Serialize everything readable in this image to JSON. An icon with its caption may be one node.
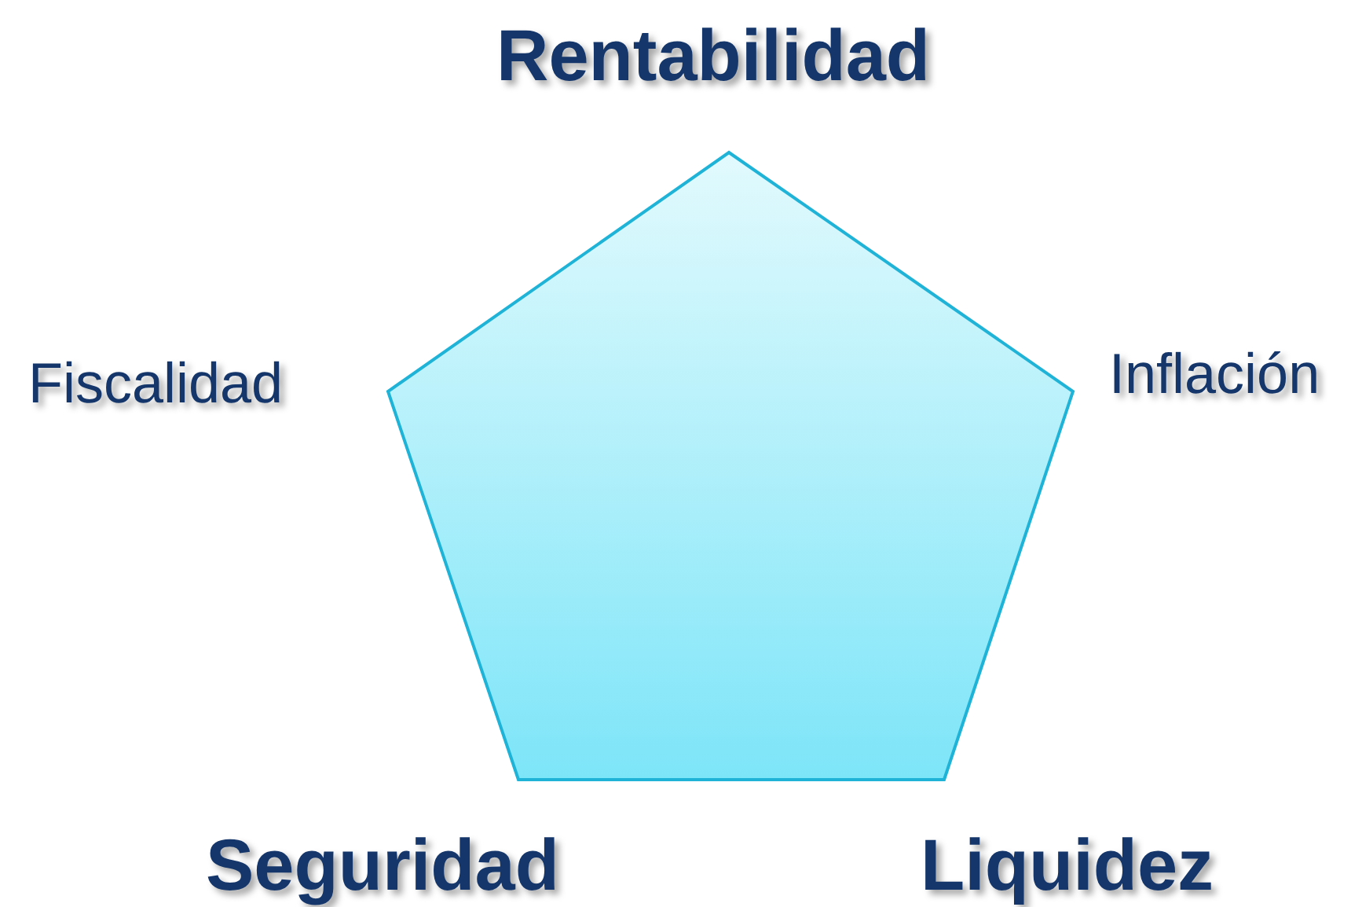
{
  "diagram": {
    "labels": [
      "Rentabilidad",
      "Fiscalidad",
      "Inflación",
      "Seguridad",
      "Liquidez"
    ]
  }
}
